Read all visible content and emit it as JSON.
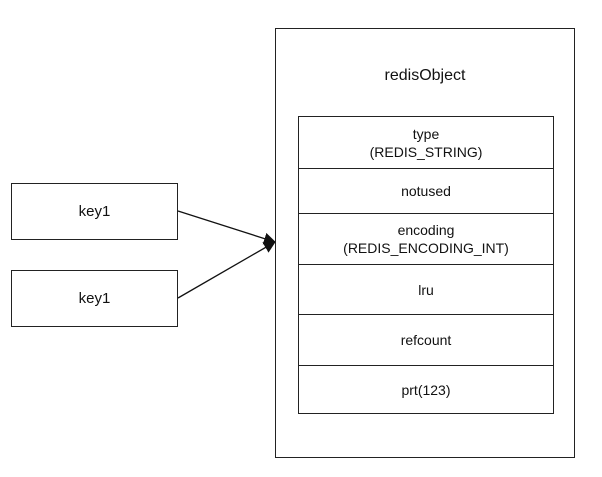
{
  "keys": [
    {
      "label": "key1"
    },
    {
      "label": "key1"
    }
  ],
  "redis_object": {
    "title": "redisObject",
    "fields": [
      {
        "label": "type",
        "detail": "(REDIS_STRING)"
      },
      {
        "label": "notused",
        "detail": ""
      },
      {
        "label": "encoding",
        "detail": "(REDIS_ENCODING_INT)"
      },
      {
        "label": "lru",
        "detail": ""
      },
      {
        "label": "refcount",
        "detail": ""
      },
      {
        "label": "prt(123)",
        "detail": ""
      }
    ]
  },
  "colors": {
    "stroke": "#222222",
    "background": "#ffffff"
  }
}
